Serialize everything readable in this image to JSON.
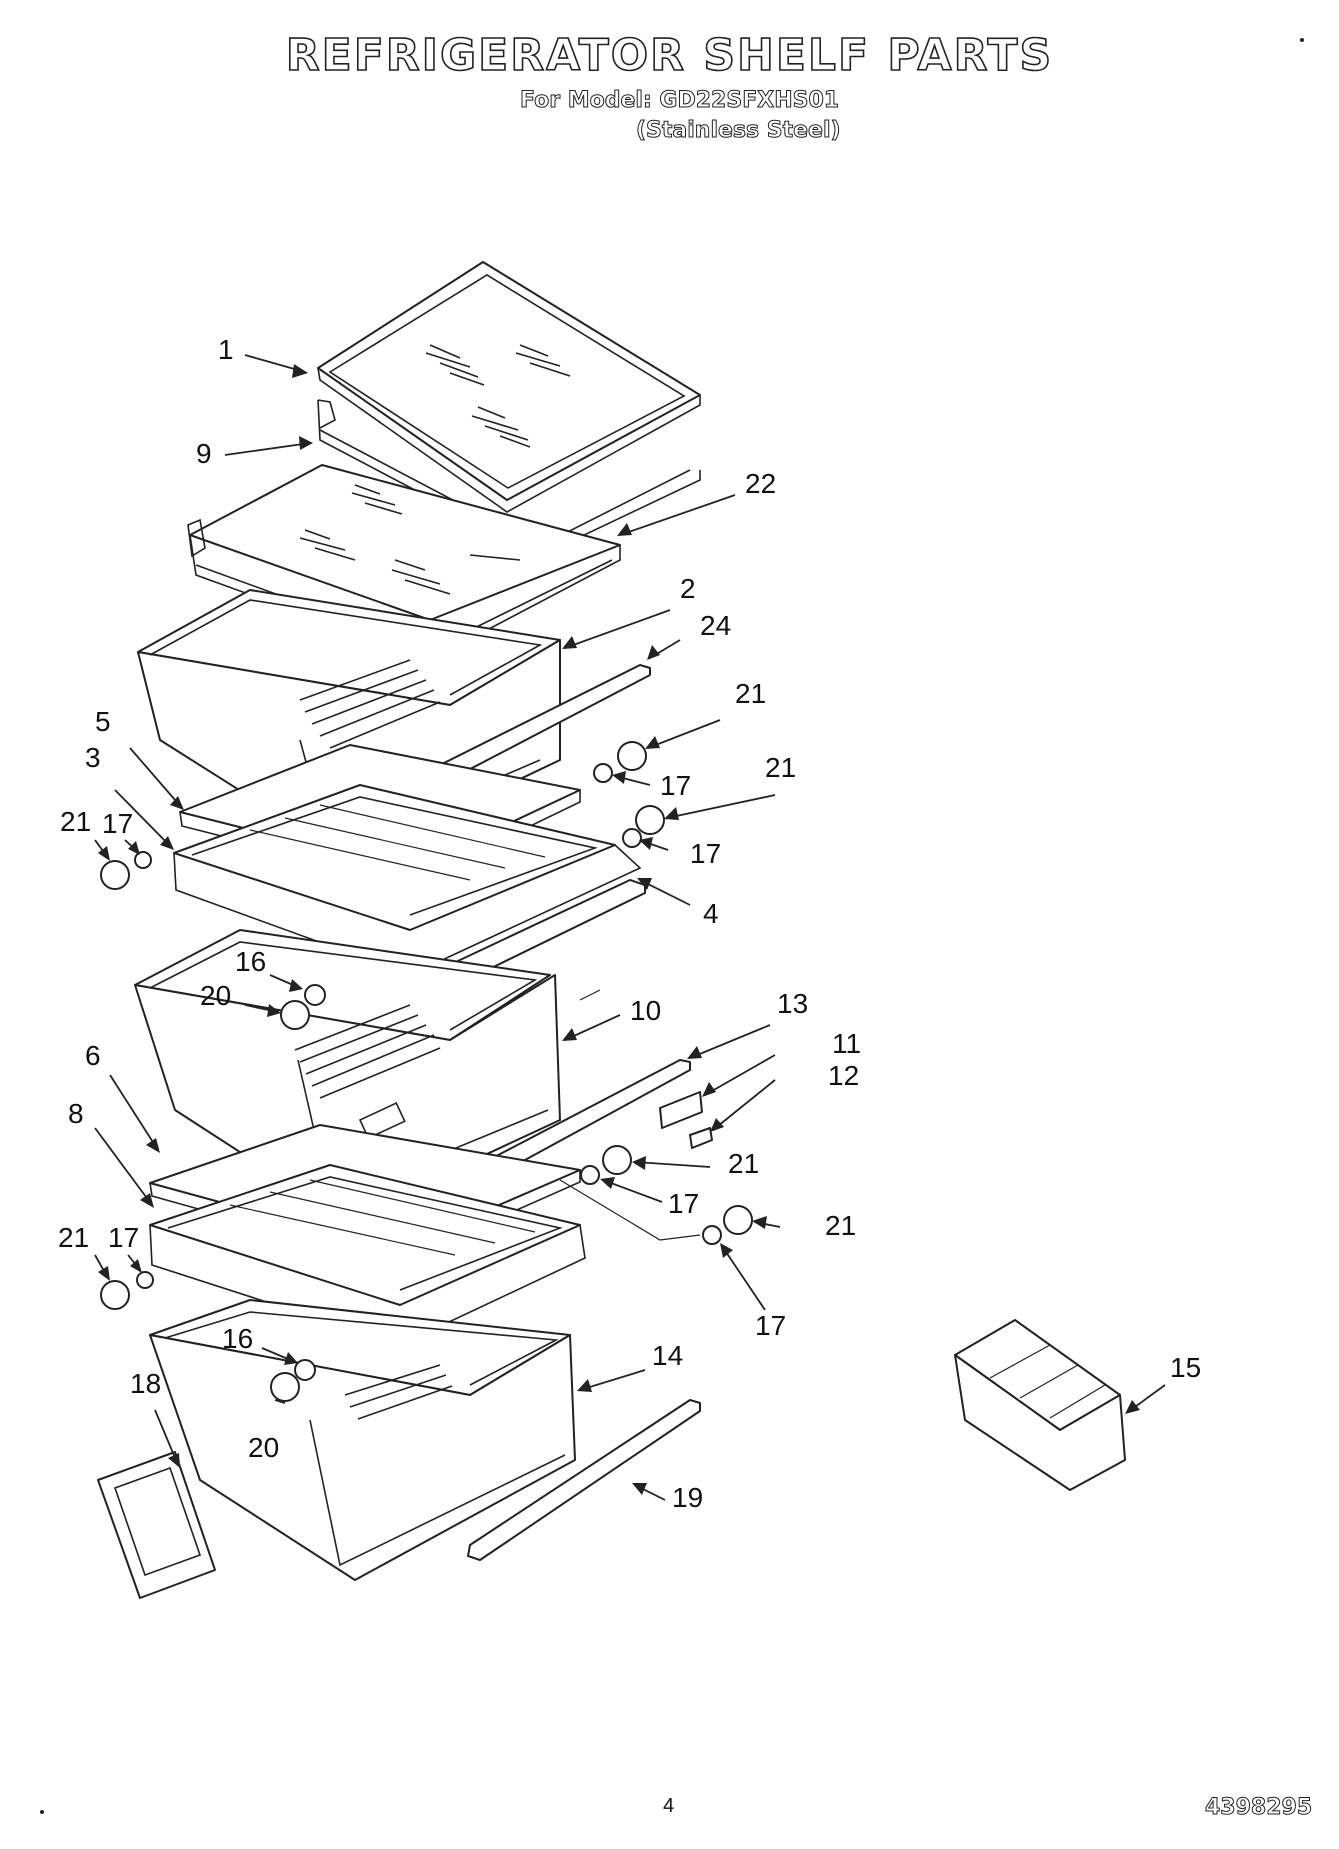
{
  "header": {
    "title": "REFRIGERATOR SHELF PARTS",
    "model_line": "For Model: GD22SFXHS01",
    "finish": "(Stainless Steel)"
  },
  "footer": {
    "page_number": "4",
    "document_number": "4398295"
  },
  "callouts": {
    "c1": "1",
    "c9": "9",
    "c22": "22",
    "c2": "2",
    "c24": "24",
    "c21a": "21",
    "c21b": "21",
    "c17a": "17",
    "c17b": "17",
    "c5": "5",
    "c3": "3",
    "c21c": "21",
    "c17c": "17",
    "c4": "4",
    "c16a": "16",
    "c20a": "20",
    "c10": "10",
    "c13": "13",
    "c11": "11",
    "c12": "12",
    "c6": "6",
    "c8": "8",
    "c21d": "21",
    "c17d": "17",
    "c21e": "21",
    "c21f": "21",
    "c17e": "17",
    "c17f": "17",
    "c16b": "16",
    "c14": "14",
    "c15": "15",
    "c18": "18",
    "c20b": "20",
    "c19": "19"
  }
}
